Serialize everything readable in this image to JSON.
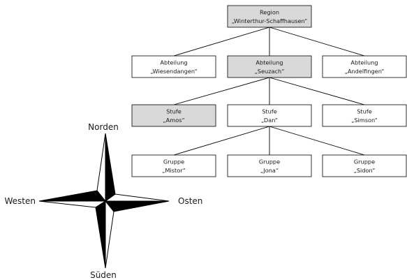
{
  "diagram": {
    "colors": {
      "highlight_fill": "#d9d9d9",
      "box_fill": "#ffffff",
      "stroke": "#000000"
    },
    "nodes": {
      "region": {
        "line1": "Region",
        "line2": "„Winterthur-Schaffhausen“",
        "highlighted": true
      },
      "abteilung_wiesendangen": {
        "line1": "Abteilung",
        "line2": "„Wiesendangen“",
        "highlighted": false
      },
      "abteilung_seuzach": {
        "line1": "Abteilung",
        "line2": "„Seuzach“",
        "highlighted": true
      },
      "abteilung_andelfingen": {
        "line1": "Abteilung",
        "line2": "„Andelfingen“",
        "highlighted": false
      },
      "stufe_amos": {
        "line1": "Stufe",
        "line2": "„Amos“",
        "highlighted": true
      },
      "stufe_dan": {
        "line1": "Stufe",
        "line2": "„Dan“",
        "highlighted": false
      },
      "stufe_simson": {
        "line1": "Stufe",
        "line2": "„Simson“",
        "highlighted": false
      },
      "gruppe_mistor": {
        "line1": "Gruppe",
        "line2": "„Mistor“",
        "highlighted": false
      },
      "gruppe_jona": {
        "line1": "Gruppe",
        "line2": "„Jona“",
        "highlighted": false
      },
      "gruppe_sidon": {
        "line1": "Gruppe",
        "line2": "„Sidon“",
        "highlighted": false
      }
    },
    "edges": [
      [
        "region",
        "abteilung_wiesendangen"
      ],
      [
        "region",
        "abteilung_seuzach"
      ],
      [
        "region",
        "abteilung_andelfingen"
      ],
      [
        "abteilung_seuzach",
        "stufe_amos"
      ],
      [
        "abteilung_seuzach",
        "stufe_dan"
      ],
      [
        "abteilung_seuzach",
        "stufe_simson"
      ],
      [
        "stufe_dan",
        "gruppe_mistor"
      ],
      [
        "stufe_dan",
        "gruppe_jona"
      ],
      [
        "stufe_dan",
        "gruppe_sidon"
      ]
    ]
  },
  "compass": {
    "north": "Norden",
    "east": "Osten",
    "south": "Süden",
    "west": "Westen"
  }
}
